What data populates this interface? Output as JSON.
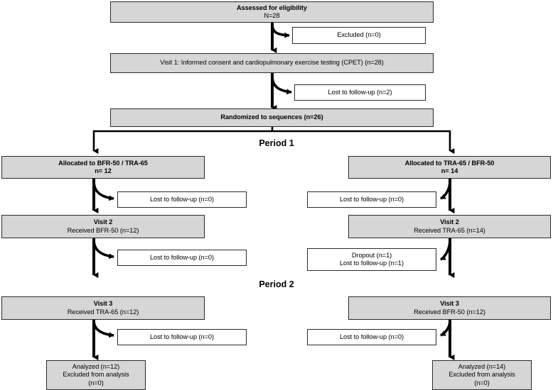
{
  "diagram": {
    "title": "CONSORT participant flow diagram",
    "colors": {
      "shaded_fill": "#d6d6d6",
      "plain_fill": "#ffffff",
      "border": "#2b2b2b",
      "connector": "#000000"
    },
    "period_labels": [
      {
        "id": "period-1",
        "text": "Period 1"
      },
      {
        "id": "period-2",
        "text": "Period 2"
      }
    ],
    "boxes": {
      "assessed": {
        "style": "shaded",
        "lines": [
          {
            "text": "Assessed for eligibility",
            "bold": true
          },
          {
            "text": "N=28",
            "bold": false
          }
        ]
      },
      "excluded": {
        "style": "plain",
        "lines": [
          {
            "text": "Excluded (n=0)",
            "bold": false
          }
        ]
      },
      "visit1": {
        "style": "shaded",
        "lines": [
          {
            "text": "Visit 1: Informed consent and cardiopulmonary exercise testing (CPET) (n=28)",
            "bold": false
          }
        ]
      },
      "lost_after_visit1": {
        "style": "plain",
        "lines": [
          {
            "text": "Lost to follow-up (n=2)",
            "bold": false
          }
        ]
      },
      "randomized": {
        "style": "shaded",
        "lines": [
          {
            "text": "Randomized to sequences (n=26)",
            "bold": true
          }
        ]
      },
      "alloc_left": {
        "style": "shaded",
        "lines": [
          {
            "text": "Allocated to BFR-50 / TRA-65",
            "bold": true
          },
          {
            "text": "n= 12",
            "bold": true
          }
        ]
      },
      "alloc_right": {
        "style": "shaded",
        "lines": [
          {
            "text": "Allocated to TRA-65 / BFR-50",
            "bold": true
          },
          {
            "text": "n= 14",
            "bold": true
          }
        ]
      },
      "lost_left_1": {
        "style": "plain",
        "lines": [
          {
            "text": "Lost to follow-up (n=0)",
            "bold": false
          }
        ]
      },
      "lost_right_1": {
        "style": "plain",
        "lines": [
          {
            "text": "Lost to follow-up (n=0)",
            "bold": false
          }
        ]
      },
      "visit2_left": {
        "style": "shaded",
        "lines": [
          {
            "text": "Visit 2",
            "bold": true
          },
          {
            "text": "Received BFR-50 (n=12)",
            "bold": false
          }
        ]
      },
      "visit2_right": {
        "style": "shaded",
        "lines": [
          {
            "text": "Visit 2",
            "bold": true
          },
          {
            "text": "Received TRA-65 (n=14)",
            "bold": false
          }
        ]
      },
      "lost_left_2": {
        "style": "plain",
        "lines": [
          {
            "text": "Lost to follow-up (n=0)",
            "bold": false
          }
        ]
      },
      "dropout_right": {
        "style": "plain",
        "lines": [
          {
            "text": "Dropout (n=1)",
            "bold": false
          },
          {
            "text": "Lost to follow-up (n=1)",
            "bold": false
          }
        ]
      },
      "visit3_left": {
        "style": "shaded",
        "lines": [
          {
            "text": "Visit 3",
            "bold": true
          },
          {
            "text": "Received TRA-65 (n=12)",
            "bold": false
          }
        ]
      },
      "visit3_right": {
        "style": "shaded",
        "lines": [
          {
            "text": "Visit 3",
            "bold": true
          },
          {
            "text": "Received BFR-50 (n=12)",
            "bold": false
          }
        ]
      },
      "lost_left_3": {
        "style": "plain",
        "lines": [
          {
            "text": "Lost to follow-up (n=0)",
            "bold": false
          }
        ]
      },
      "lost_right_3": {
        "style": "plain",
        "lines": [
          {
            "text": "Lost to follow-up (n=0)",
            "bold": false
          }
        ]
      },
      "analyzed_left": {
        "style": "shaded",
        "lines": [
          {
            "text": "Analyzed (n=12)",
            "bold": false
          },
          {
            "text": "Excluded from analysis",
            "bold": false
          },
          {
            "text": "(n=0)",
            "bold": false
          }
        ]
      },
      "analyzed_right": {
        "style": "shaded",
        "lines": [
          {
            "text": "Analyzed (n=14)",
            "bold": false
          },
          {
            "text": "Excluded from analysis",
            "bold": false
          },
          {
            "text": "(n=0)",
            "bold": false
          }
        ]
      }
    }
  }
}
